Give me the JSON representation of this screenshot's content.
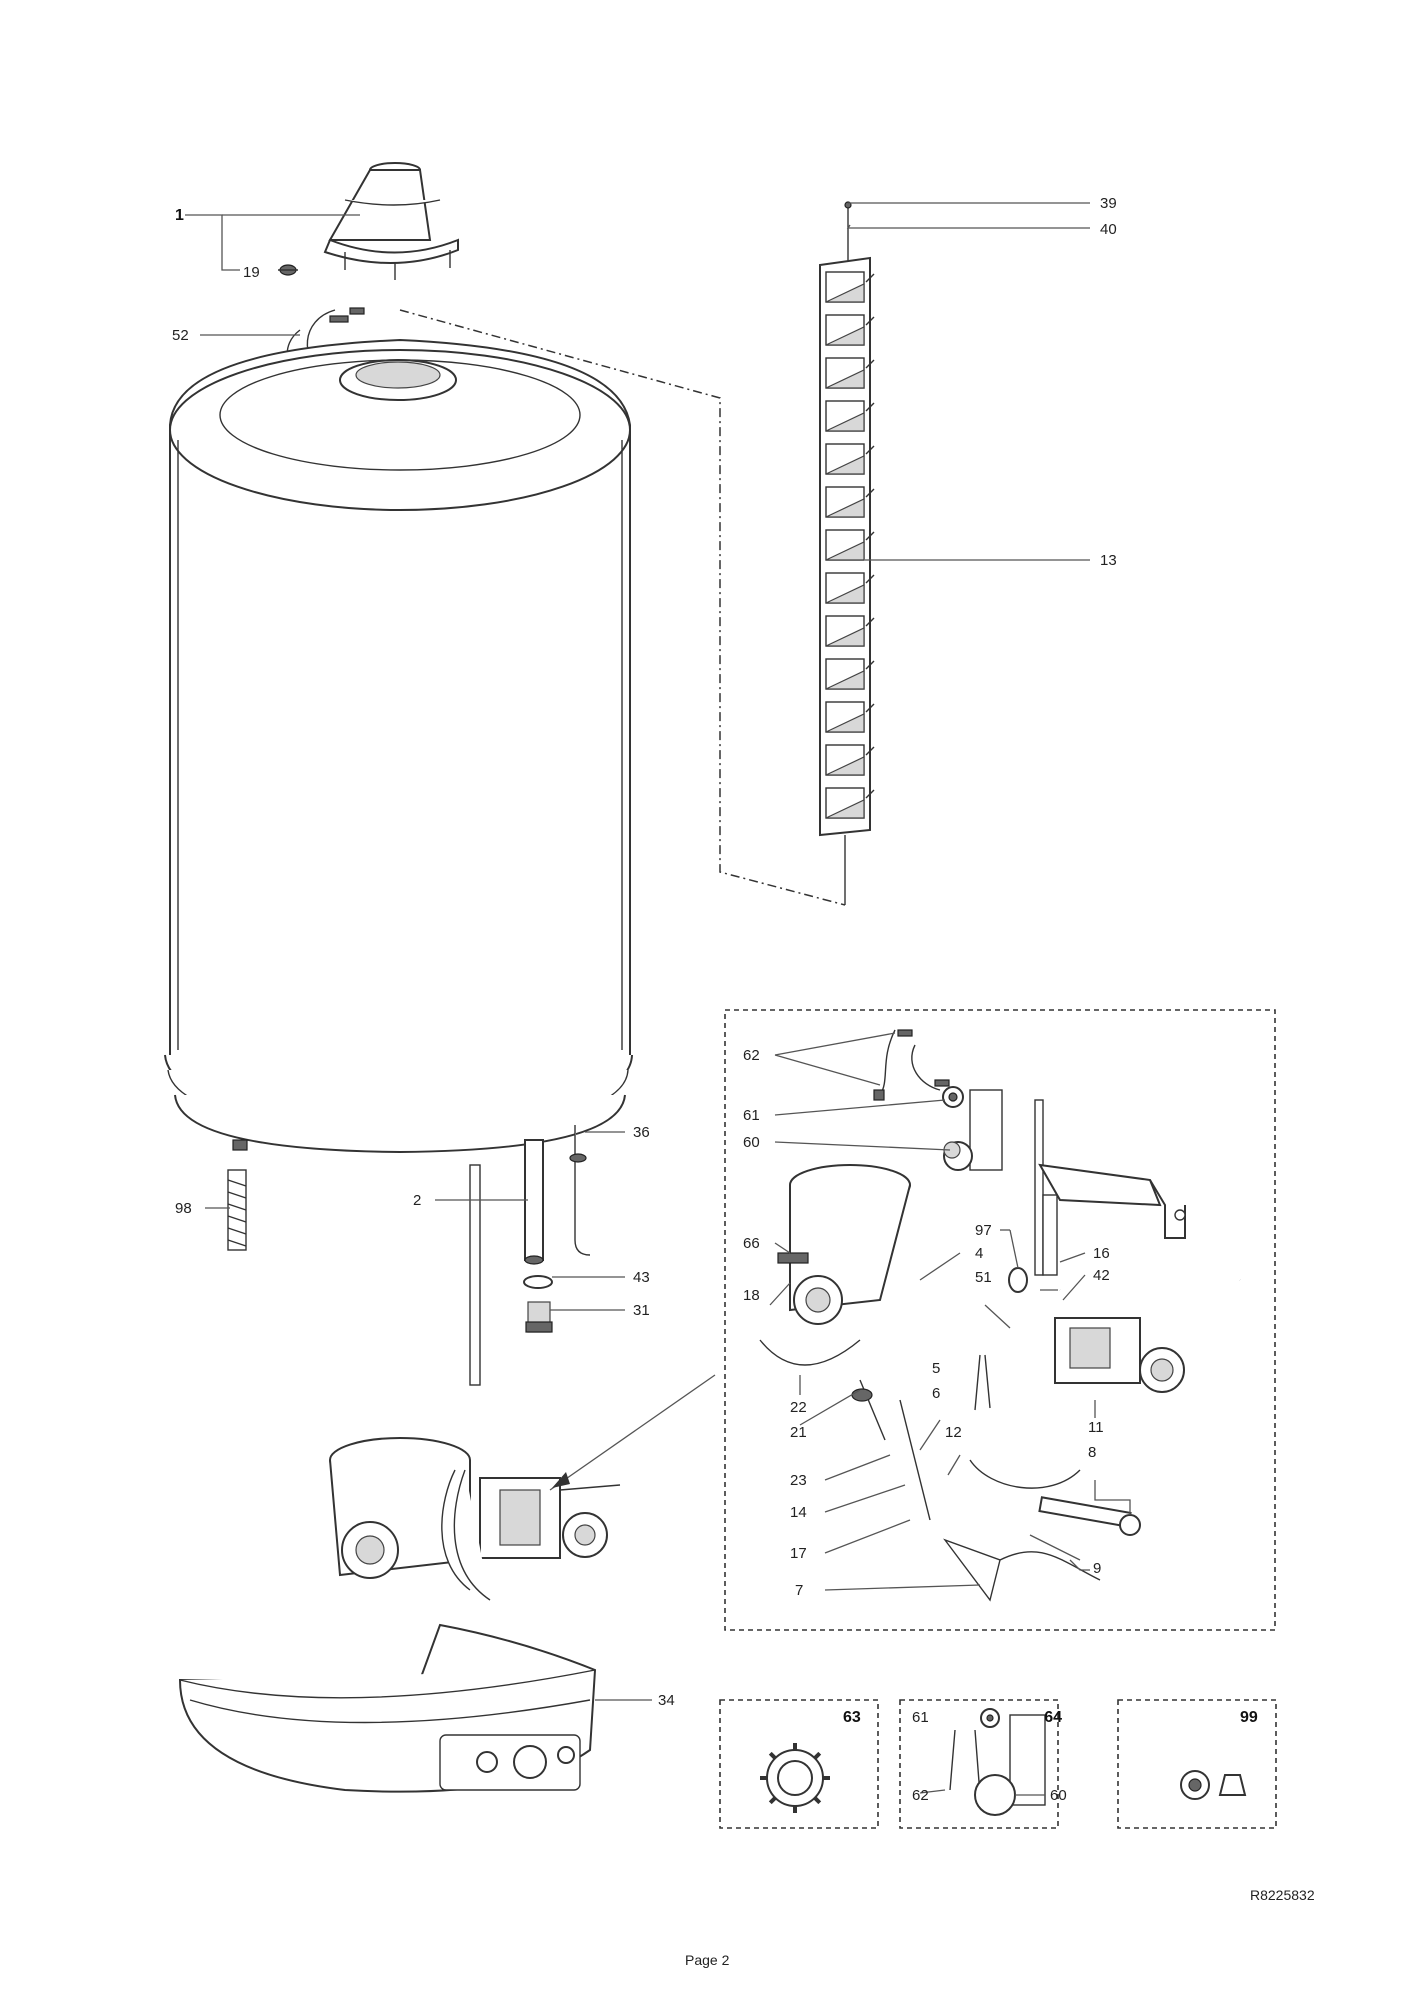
{
  "labels": {
    "l1": "1",
    "l19": "19",
    "l52": "52",
    "l39": "39",
    "l40": "40",
    "l13": "13",
    "l36": "36",
    "l98": "98",
    "l2": "2",
    "l43": "43",
    "l31": "31",
    "l34": "34"
  },
  "detail": {
    "l62": "62",
    "l61": "61",
    "l60": "60",
    "l66": "66",
    "l97": "97",
    "l4": "4",
    "l16": "16",
    "l42": "42",
    "l51": "51",
    "l18": "18",
    "l5": "5",
    "l6": "6",
    "l22": "22",
    "l21": "21",
    "l11": "11",
    "l12": "12",
    "l8": "8",
    "l23": "23",
    "l14": "14",
    "l17": "17",
    "l9": "9",
    "l7": "7"
  },
  "kits": {
    "k63": "63",
    "k64": "64",
    "k64_61": "61",
    "k64_62": "62",
    "k64_60": "60",
    "k99": "99"
  },
  "reference": "R8225832",
  "page_label": "Page 2"
}
